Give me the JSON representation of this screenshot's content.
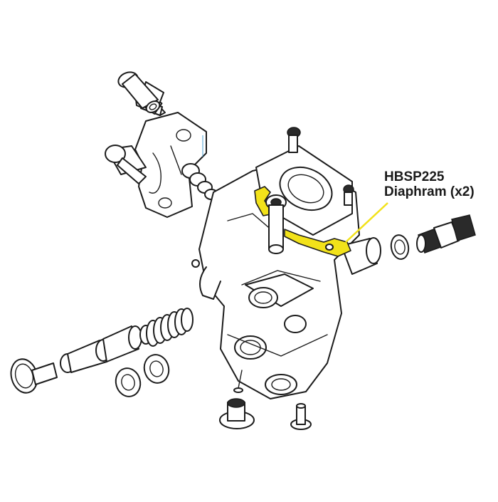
{
  "callout": {
    "part_number": "HBSP225",
    "description": "Diaphram (x2)",
    "highlight_color": "#f2e21a",
    "text_color": "#1a1a1a"
  },
  "parts": [
    {
      "name": "top-socket-cap-screw"
    },
    {
      "name": "left-housing-bracket"
    },
    {
      "name": "left-socket-cap-screw"
    },
    {
      "name": "top-small-screw"
    },
    {
      "name": "diaphragm-cover-plate"
    },
    {
      "name": "highlighted-diaphragm"
    },
    {
      "name": "central-pump-body"
    },
    {
      "name": "right-washer"
    },
    {
      "name": "right-threaded-fitting"
    },
    {
      "name": "piston-shaft-assembly"
    },
    {
      "name": "spring"
    },
    {
      "name": "seal-ring-1"
    },
    {
      "name": "seal-ring-2"
    },
    {
      "name": "bottom-flanged-bushing"
    },
    {
      "name": "bottom-pin"
    }
  ]
}
